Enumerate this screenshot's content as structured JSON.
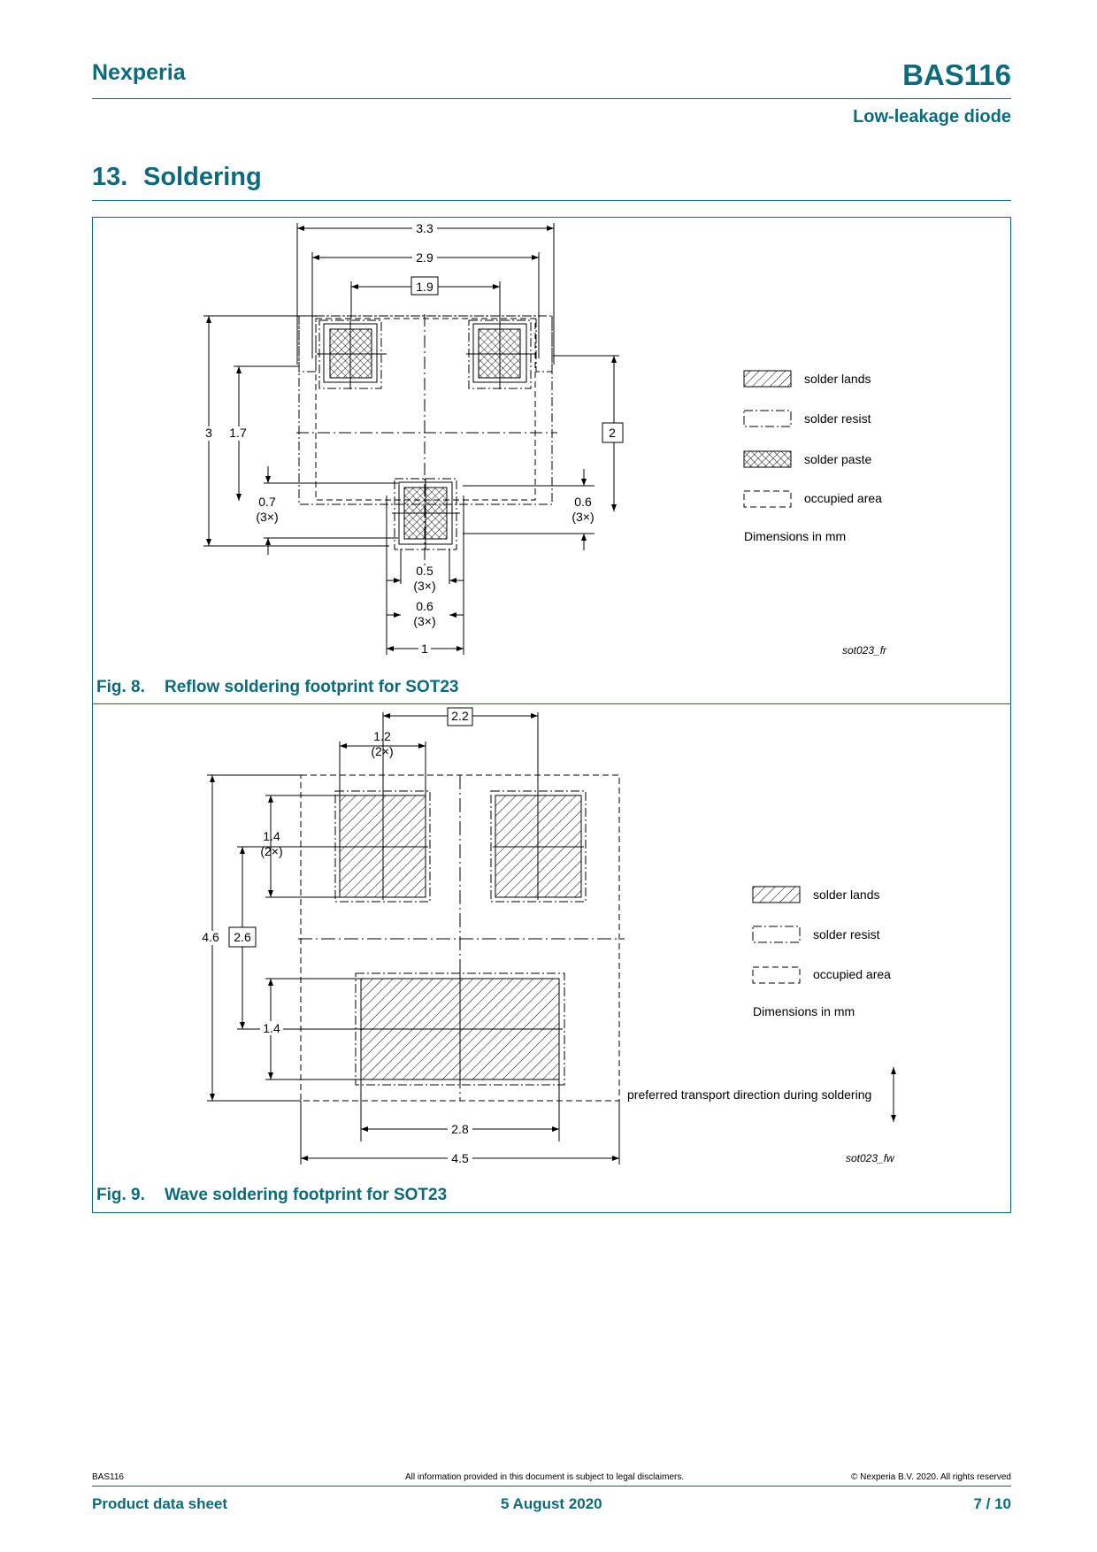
{
  "header": {
    "brand": "Nexperia",
    "product": "BAS116",
    "subtitle": "Low-leakage diode"
  },
  "section": {
    "number": "13.",
    "title": "Soldering"
  },
  "fig8": {
    "caption_number": "Fig. 8.",
    "caption_title": "Reflow soldering footprint for SOT23",
    "drawing_id": "sot023_fr",
    "dims": {
      "d3_3": "3.3",
      "d2_9": "2.9",
      "d1_9": "1.9",
      "d3": "3",
      "d1_7": "1.7",
      "d2": "2",
      "d0_7": "0.7",
      "d0_7_mult": "(3×)",
      "d0_6r": "0.6",
      "d0_6r_mult": "(3×)",
      "d0_5": "0.5",
      "d0_5_mult": "(3×)",
      "d0_6b": "0.6",
      "d0_6b_mult": "(3×)",
      "d1": "1"
    },
    "legend": [
      "solder lands",
      "solder resist",
      "solder paste",
      "occupied area"
    ],
    "units_note": "Dimensions in mm"
  },
  "fig9": {
    "caption_number": "Fig. 9.",
    "caption_title": "Wave soldering footprint for SOT23",
    "drawing_id": "sot023_fw",
    "dims": {
      "d2_2": "2.2",
      "d1_2": "1.2",
      "d1_2_mult": "(2×)",
      "d1_4a": "1.4",
      "d1_4a_mult": "(2×)",
      "d4_6": "4.6",
      "d2_6": "2.6",
      "d1_4b": "1.4",
      "d2_8": "2.8",
      "d4_5": "4.5"
    },
    "legend": [
      "solder lands",
      "solder resist",
      "occupied area"
    ],
    "units_note": "Dimensions in mm",
    "transport_note": "preferred transport direction during soldering"
  },
  "footer": {
    "doc_id": "BAS116",
    "disclaimer": "All information provided in this document is subject to legal disclaimers.",
    "copyright": "© Nexperia B.V. 2020. All rights reserved",
    "doc_type": "Product data sheet",
    "date": "5 August 2020",
    "page": "7 / 10"
  },
  "colors": {
    "accent": "#0b6b7a"
  }
}
